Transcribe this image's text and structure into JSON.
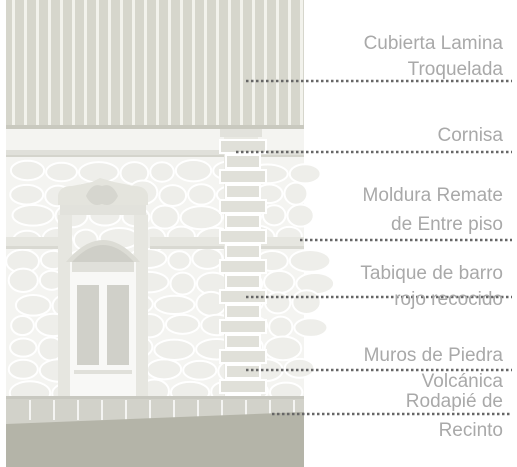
{
  "labels": [
    {
      "id": "cubierta",
      "lines": [
        "Cubierta Lamina",
        "Troquelada"
      ]
    },
    {
      "id": "cornisa",
      "lines": [
        "Cornisa"
      ]
    },
    {
      "id": "moldura",
      "lines": [
        "Moldura Remate",
        "de Entre piso"
      ]
    },
    {
      "id": "tabique",
      "lines": [
        "Tabique de barro",
        "rojo recocido"
      ]
    },
    {
      "id": "muros",
      "lines": [
        "Muros de Piedra",
        "Volcánica"
      ]
    },
    {
      "id": "rodapie",
      "lines": [
        "Rodapié de",
        "Recinto"
      ]
    }
  ],
  "colors": {
    "label_text": "#a9a9a9",
    "leader_line": "#666666",
    "roof_sheet": "#d6d6cc",
    "roof_rib": "#f2f2ec",
    "wall": "#f4f4f1",
    "stone_outline": "#ffffff",
    "trim": "#e0e0da",
    "plinth": "#d2d2ca",
    "ground": "#b4b4a8"
  }
}
